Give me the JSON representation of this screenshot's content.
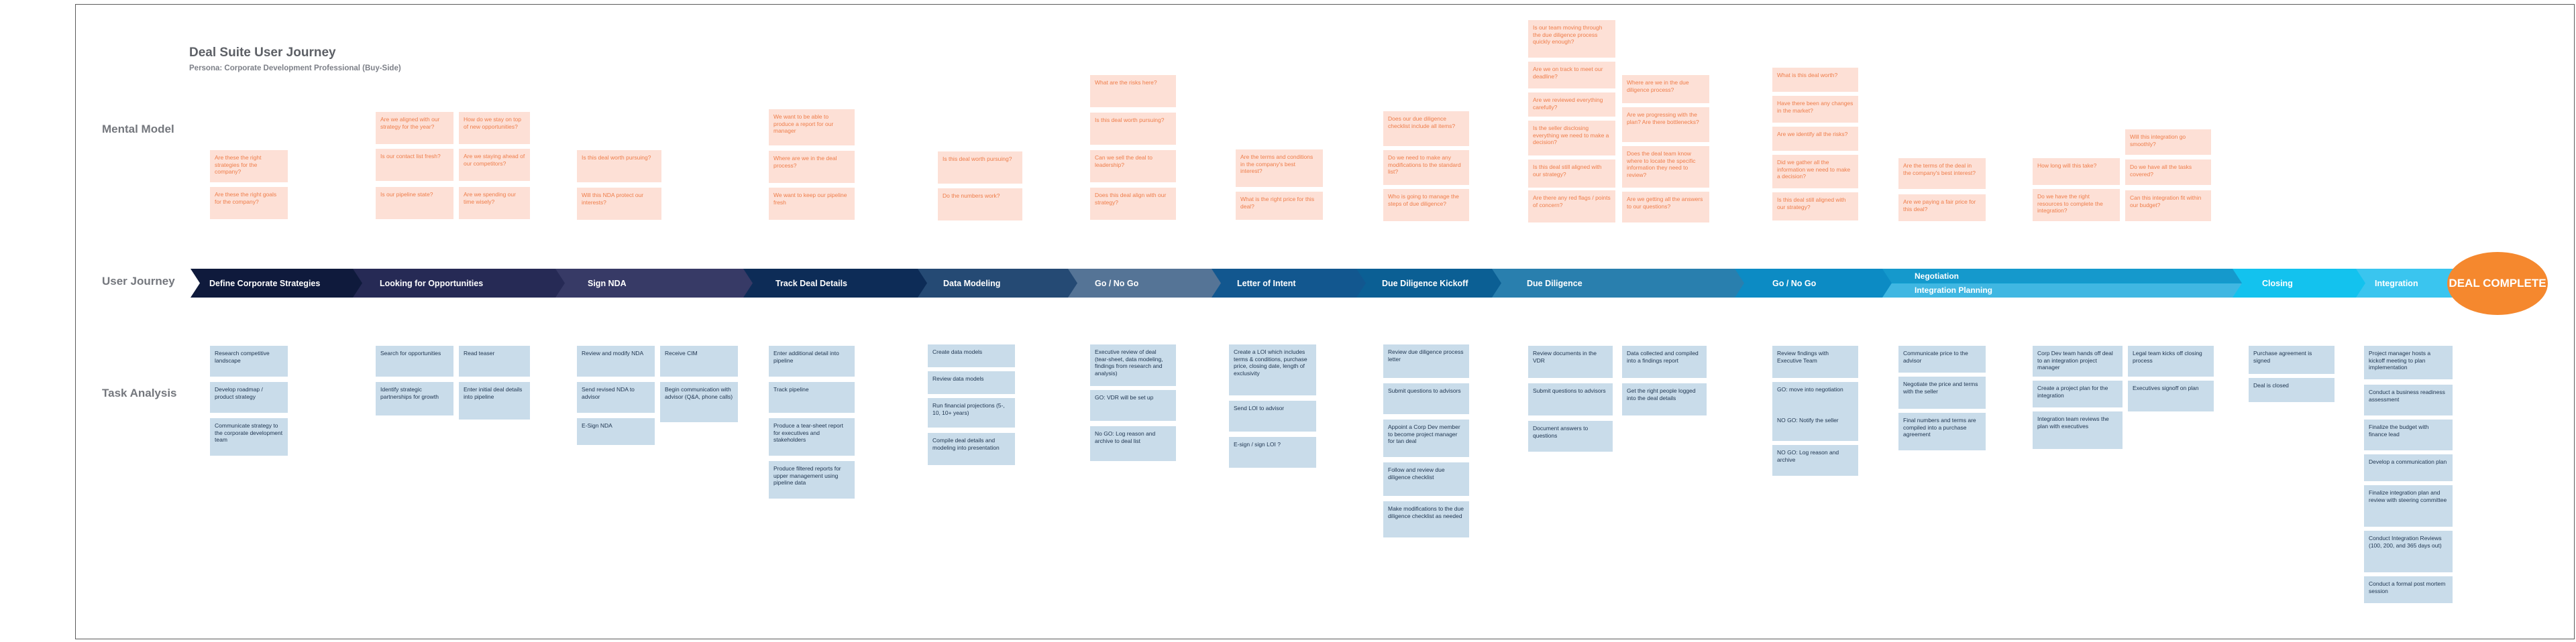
{
  "title": "Deal Suite User Journey",
  "persona": "Persona: Corporate Development Professional (Buy-Side)",
  "rows": {
    "mental_model": "Mental Model",
    "user_journey": "User Journey",
    "task_analysis": "Task Analysis"
  },
  "stages": [
    "Define Corporate Strategies",
    "Looking for Opportunities",
    "Sign NDA",
    "Track Deal Details",
    "Data Modeling",
    "Go / No Go",
    "Letter of Intent",
    "Due Diligence Kickoff",
    "Due Diligence",
    "Go / No Go",
    "Closing",
    "Integration"
  ],
  "negotiation": {
    "top": "Negotiation",
    "bottom": "Integration Planning"
  },
  "deal_complete": "DEAL COMPLETE",
  "mental_model_notes": [
    "Are these the right strategies for the company?",
    "Are these the right goals for the company?",
    "Are we aligned with our strategy for the year?",
    "How do we stay on top of new opportunities?",
    "Is our contact list fresh?",
    "Are we staying ahead of our competitors?",
    "Is our pipeline state?",
    "Are we spending our time wisely?",
    "Is this deal worth pursuing?",
    "Will this NDA protect our interests?",
    "We want to be able to produce a report for our manager",
    "Where are we in the deal process?",
    "We want to keep our pipeline fresh",
    "Is this deal worth pursuing?",
    "Do the numbers work?",
    "What are the risks here?",
    "Is this deal worth pursuing?",
    "Can we sell the deal to leadership?",
    "Does this deal align with our strategy?",
    "Are the terms and conditions in the company's best interest?",
    "What is the right price for this deal?",
    "Does our due diligence checklist include all items?",
    "Do we need to make any modifications to the standard list?",
    "Who is going to manage the steps of due diligence?",
    "Is our team moving through the due diligence process quickly enough?",
    "Are we on track to meet our deadline?",
    "Are we reviewed everything carefully?",
    "Is the seller disclosing everything we need to make a decision?",
    "Is this deal still aligned with our strategy?",
    "Are there any red flags / points of concern?",
    "Where are we in the due diligence process?",
    "Are we progressing with the plan? Are there bottlenecks?",
    "Does the deal team know where to locate the specific information they need to review?",
    "Are we getting all the answers to our questions?",
    "What is this deal worth?",
    "Have there been any changes in the market?",
    "Are we identify all the risks?",
    "Did we gather all the information we need to make a decision?",
    "Is this deal still aligned with our strategy?",
    "Are the terms of the deal in the company's best interest?",
    "Are we paying a fair price for this deal?",
    "How long will this take?",
    "Do we have the right resources to complete the integration?",
    "Will this integration go smoothly?",
    "Do we have all the tasks covered?",
    "Can this integration fit within our budget?"
  ],
  "task_notes": [
    "Research competitive landscape",
    "Develop roadmap / product strategy",
    "Communicate strategy to the corporate development team",
    "Search for opportunities",
    "Read teaser",
    "Identify strategic partnerships for growth",
    "Enter initial deal details into pipeline",
    "Review and modify NDA",
    "Receive CIM",
    "Send revised NDA to advisor",
    "Begin communication with advisor (Q&A, phone calls)",
    "E-Sign NDA",
    "Enter additional detail into pipeline",
    "Track pipeline",
    "Produce a tear-sheet report for executives and stakeholders",
    "Produce filtered reports for upper management using pipeline data",
    "Create data models",
    "Review data models",
    "Run financial projections (5-, 10, 10+ years)",
    "Compile deal details and modeling into presentation",
    "Executive review of deal (tear-sheet, data modeling, findings from research and analysis)",
    "GO: VDR will be set up",
    "No GO: Log reason and archive to deal list",
    "Create a LOI which includes terms & conditions, purchase price, closing date, length of exclusivity",
    "Send LOI to advisor",
    "E-sign / sign LOI ?",
    "Review due diligence process letter",
    "Submit questions to advisors",
    "Appoint a Corp Dev member to become project manager for tan deal",
    "Follow and review due diligence checklist",
    "Make modifications to the due diligence checklist as needed",
    "Review documents in the VDR",
    "Data collected and compiled into a findings report",
    "Submit questions to advisors",
    "Get the right people logged into the deal details",
    "Document answers to questions",
    "Review findings with Executive Team",
    "GO: move into negotiation",
    "NO GO: Notify the seller",
    "NO GO: Log reason and archive",
    "Communicate price to the advisor",
    "Negotiate the price and terms with the seller",
    "Final numbers and terms are compiled into a purchase agreement",
    "Corp Dev team hands off deal to an integration project manager",
    "Legal team kicks off closing process",
    "Create a project plan for the integration",
    "Executives signoff on plan",
    "Integration team reviews the plan with executives",
    "Purchase agreement is signed",
    "Deal is closed",
    "Project manager hosts a kickoff meeting to plan implementation",
    "Conduct a business readiness assessment",
    "Finalize the budget with finance lead",
    "Develop a communication plan",
    "Finalize integration plan and review with steering committee",
    "Conduct Integration Reviews (100, 200, and 365 days out)",
    "Conduct a formal post mortem session"
  ],
  "colors": {
    "stage_gradient": [
      "#0f1a3c",
      "#262a55",
      "#373a66",
      "#0d2c57",
      "#254a74",
      "#557496",
      "#12578f",
      "#0b5f94",
      "#297fae",
      "#0c8bc4",
      "#0f9fd0",
      "#13c2ee",
      "#3ac5ef"
    ],
    "deal_complete": "#f5882e",
    "mental_model_note_bg": "#fde0d6",
    "mental_model_note_text": "#ee7d4a",
    "task_note_bg": "#c9dcea",
    "task_note_text": "#1f3550"
  }
}
